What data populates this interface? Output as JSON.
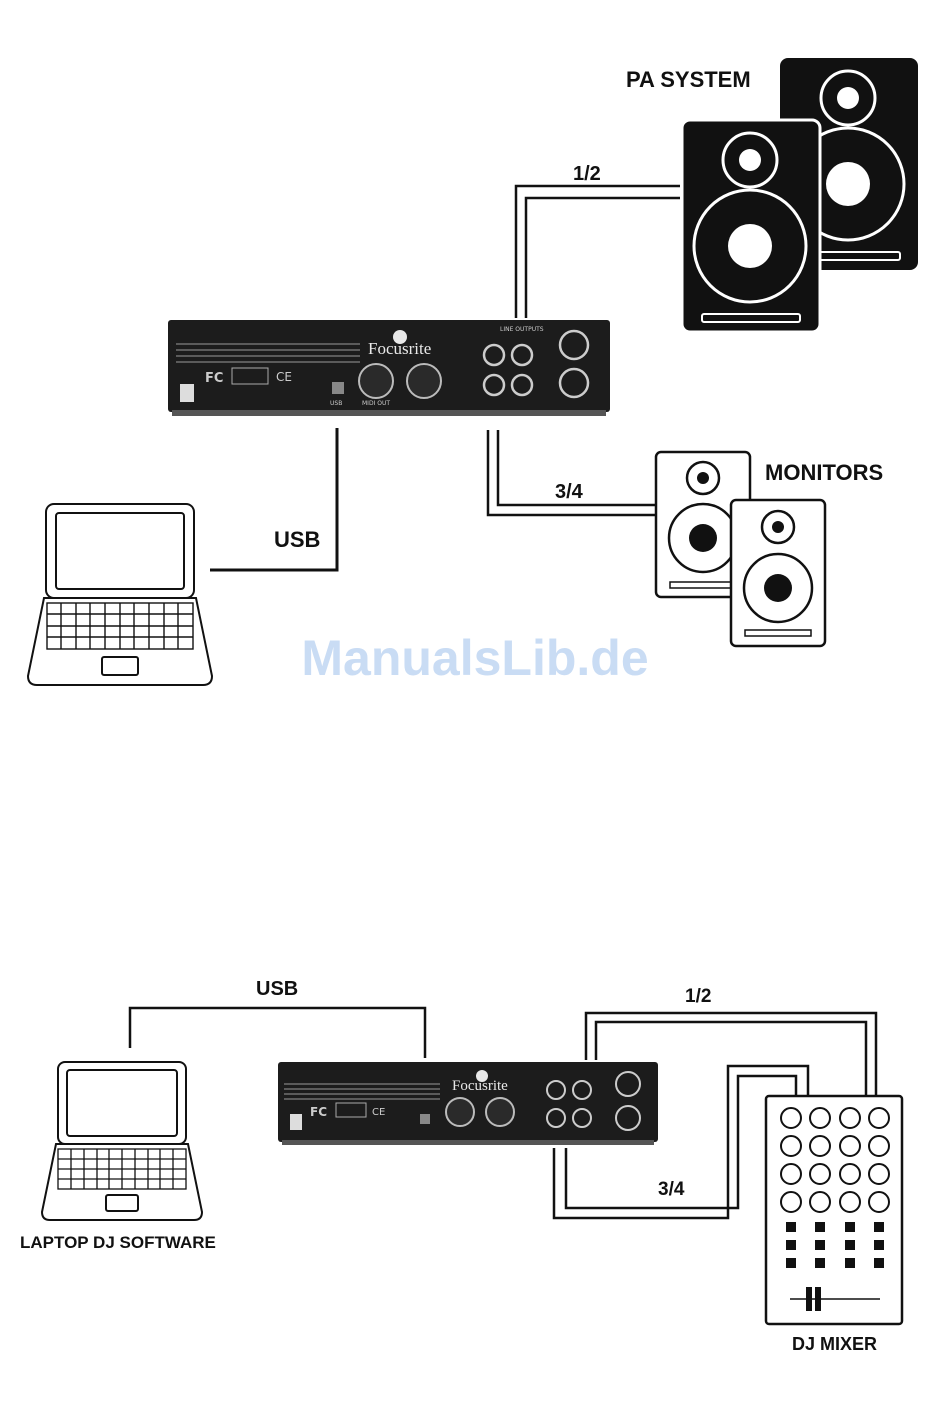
{
  "labels": {
    "pa_system": "PA SYSTEM",
    "monitors": "MONITORS",
    "out_12_top": "1/2",
    "out_34_top": "3/4",
    "usb_top": "USB",
    "usb_bottom": "USB",
    "out_12_bottom": "1/2",
    "out_34_bottom": "3/4",
    "laptop_dj_software": "LAPTOP DJ SOFTWARE",
    "dj_mixer": "DJ MIXER"
  },
  "device": {
    "brand": "Focusrite",
    "usb_port_label": "USB",
    "midi_label": "MIDI OUT",
    "outputs_label": "LINE OUTPUTS"
  },
  "watermark": "ManualsLib.de",
  "colors": {
    "ink": "#111111",
    "device_body": "#1c1c1c",
    "watermark": "#c9dcf4"
  }
}
